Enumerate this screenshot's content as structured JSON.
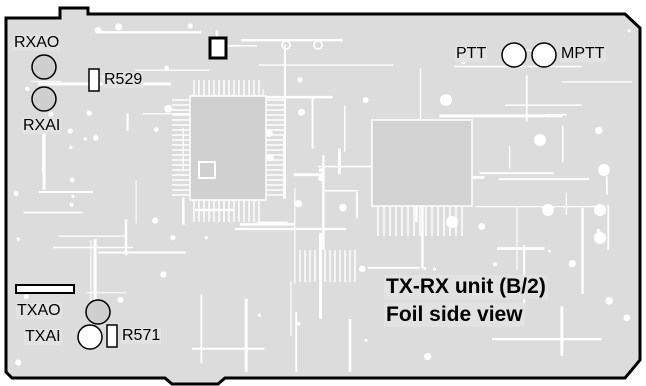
{
  "diagram": {
    "colors": {
      "background": "#ffffff",
      "board_fill": "#dcdcdc",
      "board_edge": "#000000",
      "trace": "#ffffff",
      "pad": "#ffffff",
      "test_point_fill": "#cfcfcf"
    },
    "test_points": {
      "rxao": "RXAO",
      "rxai": "RXAI",
      "ptt": "PTT",
      "mptt": "MPTT",
      "txao": "TXAO",
      "txai": "TXAI"
    },
    "resistors": {
      "r529": "R529",
      "r571": "R571"
    },
    "title": {
      "line1": "TX-RX unit (B/2)",
      "line2": "Foil side view"
    }
  }
}
